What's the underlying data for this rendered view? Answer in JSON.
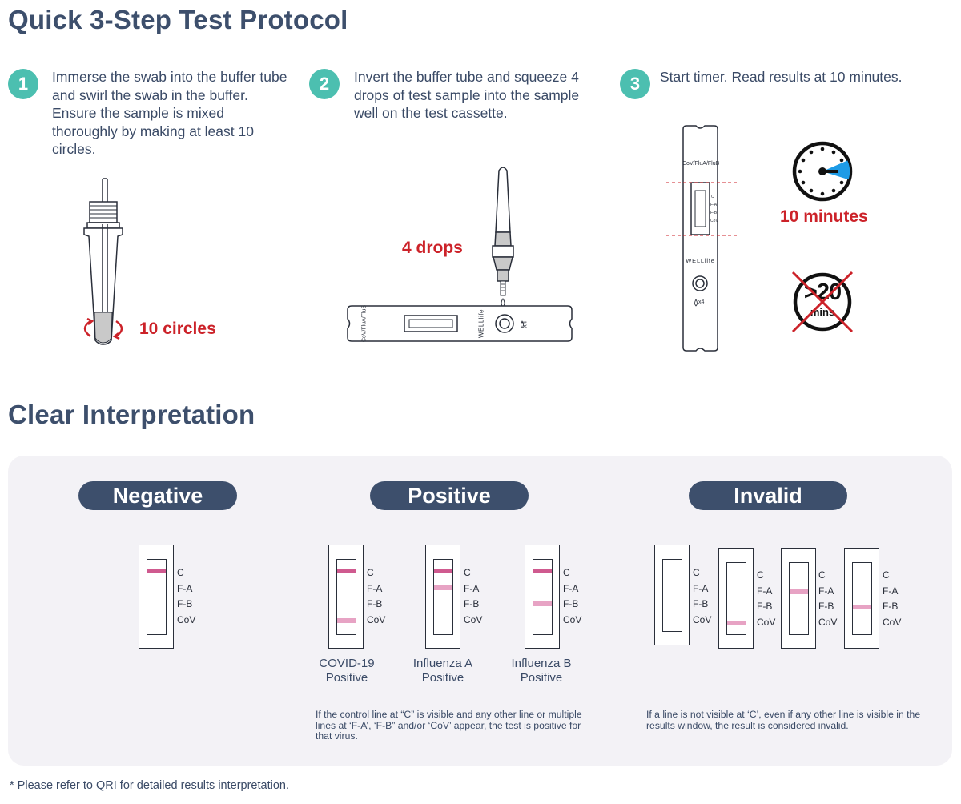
{
  "protocol": {
    "title": "Quick 3-Step Test Protocol",
    "steps": [
      {
        "number": "1",
        "text": "Immerse the swab into the buffer tube and swirl the swab in the buffer. Ensure the sample is mixed thoroughly by making at least 10 circles.",
        "callout": "10 circles"
      },
      {
        "number": "2",
        "text": "Invert the buffer tube and squeeze 4 drops of test sample into the sample well on the test cassette.",
        "callout": "4 drops"
      },
      {
        "number": "3",
        "text": "Start timer. Read results at 10 minutes.",
        "callout": "10 minutes"
      }
    ],
    "cassette_brand": "WELLlife",
    "cassette_label": "CoV/FluA/FluB",
    "cassette_marks": [
      "C",
      "F-A",
      "F-B",
      "CoV"
    ],
    "drop_mark": "x4",
    "no_read_badge_number": ">20",
    "no_read_badge_unit": "mins"
  },
  "interpretation": {
    "title": "Clear Interpretation",
    "line_labels": [
      "C",
      "F-A",
      "F-B",
      "CoV"
    ],
    "negative": {
      "label": "Negative"
    },
    "positive": {
      "label": "Positive",
      "cases": [
        {
          "caption": "COVID-19 Positive"
        },
        {
          "caption": "Influenza A Positive"
        },
        {
          "caption": "Influenza B Positive"
        }
      ],
      "note": "If the control line at “C” is visible and any other line or multiple lines at ‘F-A’, ‘F-B” and/or ‘CoV’ appear, the test is positive for that virus."
    },
    "invalid": {
      "label": "Invalid",
      "note": "If a line is not visible at ‘C’, even if any other line is visible in the results window, the result is considered invalid."
    }
  },
  "footnote": "* Please refer to QRI for detailed results interpretation.",
  "colors": {
    "teal": "#4cbfb0",
    "navy": "#3d4f6c",
    "red": "#cc2229",
    "strong_line": "#cf5a8f",
    "faint_line": "#e7a3c4",
    "timer_blue": "#1d9be6"
  }
}
